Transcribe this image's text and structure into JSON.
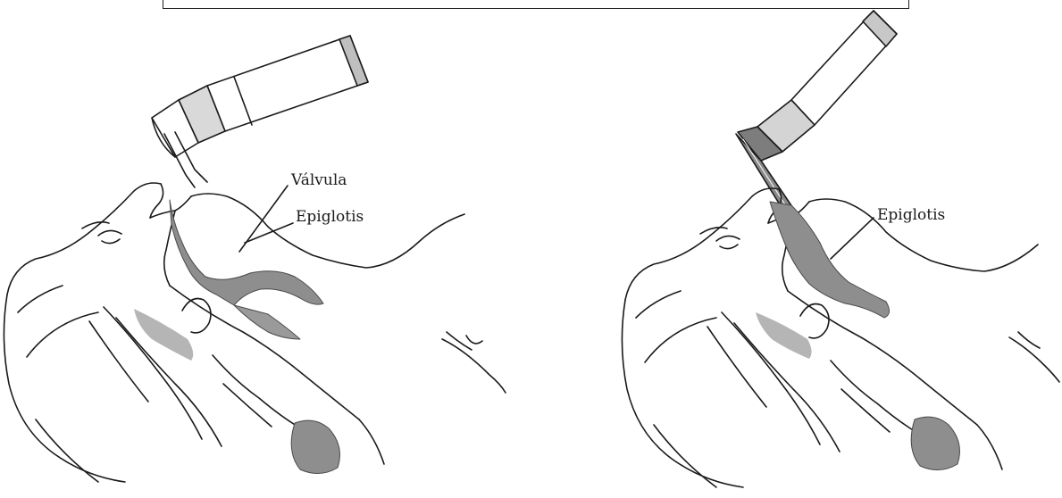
{
  "labels": {
    "valvula": "Válvula",
    "epiglotis_left": "Epiglotis",
    "epiglotis_right": "Epiglotis"
  },
  "colors": {
    "line": "#1a1a1a",
    "shade": "#a9a9a9",
    "dark_shade": "#7d7d7d",
    "background": "#ffffff"
  }
}
